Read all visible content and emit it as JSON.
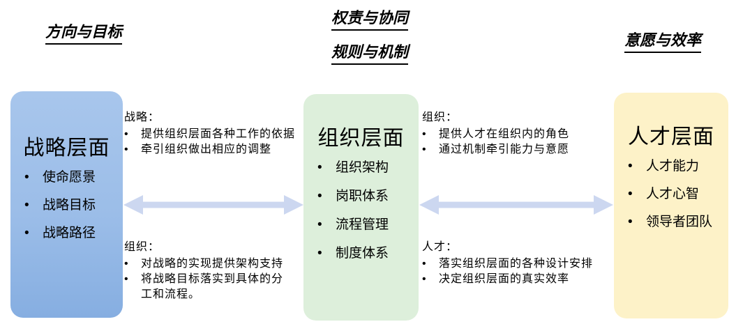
{
  "headers": {
    "left": "方向与目标",
    "middle_line1": "权责与协同",
    "middle_line2": "规则与机制",
    "right": "意愿与效率"
  },
  "boxes": {
    "strategy": {
      "title": "战略层面",
      "items": [
        "使命愿景",
        "战略目标",
        "战略路径"
      ]
    },
    "organization": {
      "title": "组织层面",
      "items": [
        "组织架构",
        "岗职体系",
        "流程管理",
        "制度体系"
      ]
    },
    "talent": {
      "title": "人才层面",
      "items": [
        "人才能力",
        "人才心智",
        "领导者团队"
      ]
    }
  },
  "annotations": {
    "strategy_to_org": {
      "label": "战略：",
      "items": [
        "提供组织层面各种工作的依据",
        "牵引组织做出相应的调整"
      ]
    },
    "org_to_strategy": {
      "label": "组织：",
      "items": [
        "对战略的实现提供架构支持",
        "将战略目标落实到具体的分工和流程。"
      ]
    },
    "org_to_talent": {
      "label": "组织：",
      "items": [
        "提供人才在组织内的角色",
        "通过机制牵引能力与意愿"
      ]
    },
    "talent_to_org": {
      "label": "人才：",
      "items": [
        "落实组织层面的各种设计安排",
        "决定组织层面的真实效率"
      ]
    }
  },
  "colors": {
    "strategy_box_top": "#a8c6ec",
    "strategy_box_bottom": "#86aee1",
    "organization_box": "#ddefdb",
    "talent_box": "#fdf2c8",
    "arrow": "#ccd7f0",
    "text": "#000000"
  }
}
